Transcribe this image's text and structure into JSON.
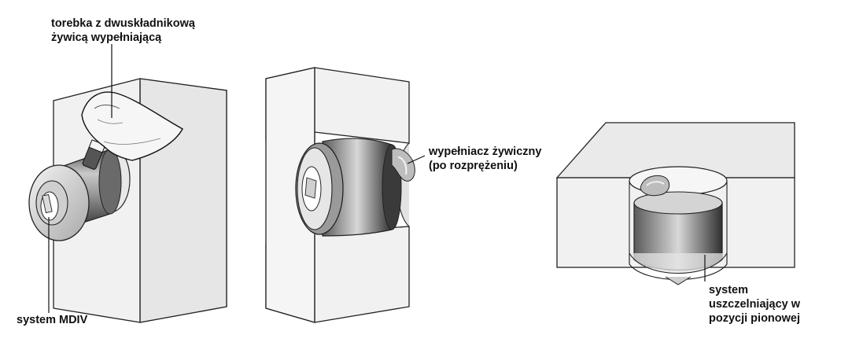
{
  "labels": {
    "bag": [
      "torebka z dwuskładnikową",
      "żywicą wypełniającą"
    ],
    "resin": [
      "wypełniacz żywiczny",
      "(po rozprężeniu)"
    ],
    "mdiv": [
      "system MDIV"
    ],
    "vertical": [
      "system",
      "uszczelniający w",
      "pozycji pionowej"
    ]
  },
  "colors": {
    "wall": "#f0f0f0",
    "wall_side": "#dcdcdc",
    "outline": "#222222",
    "cylinder_dark": "#3a3a3a",
    "cylinder_light": "#d9d9d9"
  }
}
